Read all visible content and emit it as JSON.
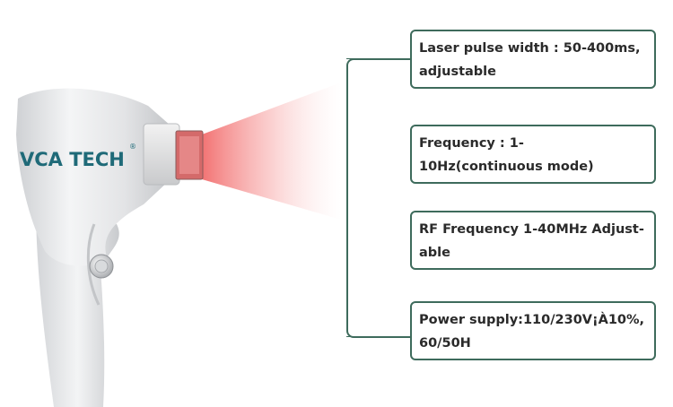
{
  "brand": {
    "logo_text": "VCA TECH",
    "registered_mark": "®",
    "color": "#1f6a78"
  },
  "specs": [
    {
      "label": "Laser pulse width : 50-400ms, adjustable"
    },
    {
      "label": "Frequency : 1-10Hz(continuous mode)"
    },
    {
      "label": "RF Frequency 1-40MHz Adjust- able"
    },
    {
      "label": "Power supply:110/230V¡À10%, 60/50H"
    }
  ],
  "colors": {
    "accent": "#3e6b5c",
    "laser": "#f05a5a",
    "device_body": "#e6e7e9"
  }
}
